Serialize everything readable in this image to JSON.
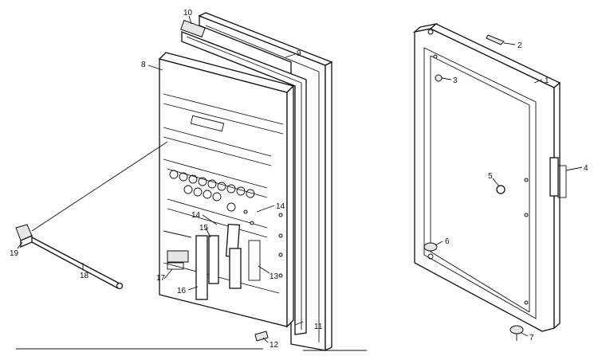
{
  "diagram": {
    "callouts": [
      "1",
      "2",
      "3",
      "4",
      "5",
      "6",
      "7",
      "8",
      "9",
      "10",
      "11",
      "12",
      "13",
      "14",
      "14",
      "15",
      "16",
      "17",
      "18",
      "19"
    ]
  }
}
